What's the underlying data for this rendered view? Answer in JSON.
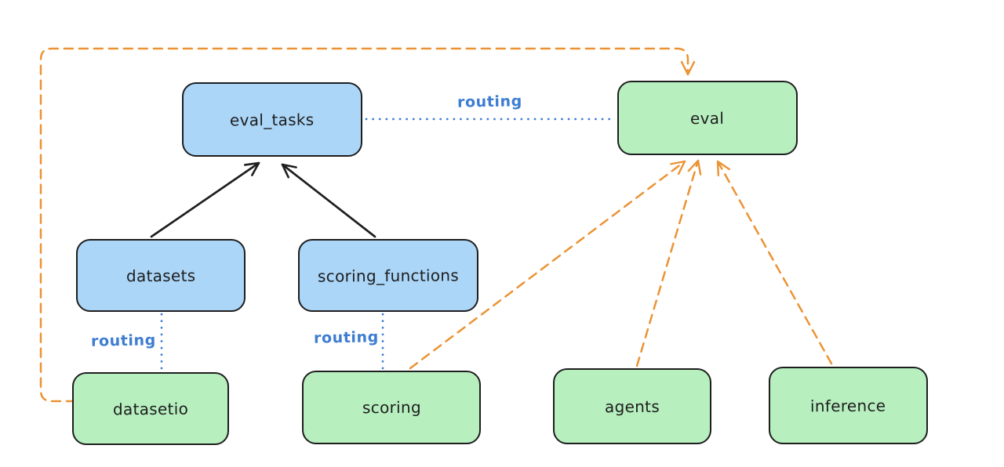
{
  "page": {
    "background": "#ffffff"
  },
  "diagram": {
    "colors": {
      "resource_fill": "#abd6f8",
      "api_fill": "#b7efbf",
      "node_stroke": "#1e1e1e",
      "routing_blue": "#3d7dd2",
      "provider_orange": "#eb9334",
      "arrow_black": "#1e1e1e"
    },
    "nodes": [
      {
        "id": "eval_tasks",
        "label": "eval_tasks",
        "kind": "resource"
      },
      {
        "id": "eval",
        "label": "eval",
        "kind": "api"
      },
      {
        "id": "datasets",
        "label": "datasets",
        "kind": "resource"
      },
      {
        "id": "scoring_functions",
        "label": "scoring_functions",
        "kind": "resource"
      },
      {
        "id": "datasetio",
        "label": "datasetio",
        "kind": "api"
      },
      {
        "id": "scoring",
        "label": "scoring",
        "kind": "api"
      },
      {
        "id": "agents",
        "label": "agents",
        "kind": "api"
      },
      {
        "id": "inference",
        "label": "inference",
        "kind": "api"
      }
    ],
    "edges": [
      {
        "from": "eval_tasks",
        "to": "eval",
        "label": "routing",
        "style": "dotted-blue"
      },
      {
        "from": "datasets",
        "to": "datasetio",
        "label": "routing",
        "style": "dotted-blue"
      },
      {
        "from": "scoring_functions",
        "to": "scoring",
        "label": "routing",
        "style": "dotted-blue"
      },
      {
        "from": "datasets",
        "to": "eval_tasks",
        "label": "",
        "style": "solid-black-arrow"
      },
      {
        "from": "scoring_functions",
        "to": "eval_tasks",
        "label": "",
        "style": "solid-black-arrow"
      },
      {
        "from": "datasetio",
        "to": "eval",
        "label": "",
        "style": "dashed-orange-arrow"
      },
      {
        "from": "scoring",
        "to": "eval",
        "label": "",
        "style": "dashed-orange-arrow"
      },
      {
        "from": "agents",
        "to": "eval",
        "label": "",
        "style": "dashed-orange-arrow"
      },
      {
        "from": "inference",
        "to": "eval",
        "label": "",
        "style": "dashed-orange-arrow"
      }
    ]
  }
}
